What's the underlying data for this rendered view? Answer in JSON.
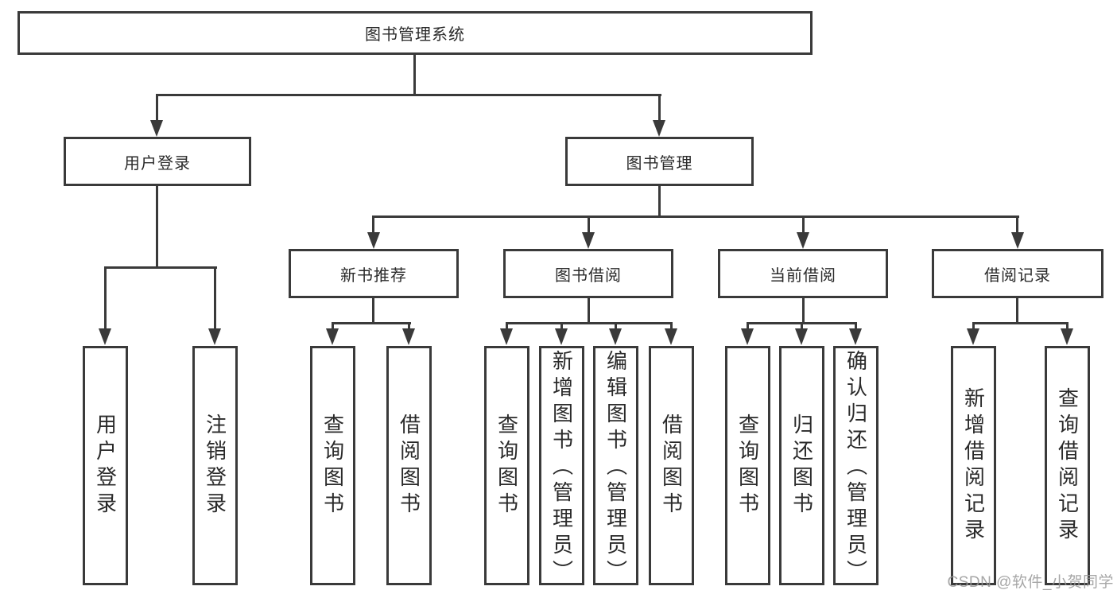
{
  "diagram": {
    "root": {
      "label": "图书管理系统"
    },
    "level2": [
      {
        "label": "用户登录",
        "parent": "图书管理系统"
      },
      {
        "label": "图书管理",
        "parent": "图书管理系统"
      }
    ],
    "level3": [
      {
        "label": "新书推荐",
        "parent": "图书管理"
      },
      {
        "label": "图书借阅",
        "parent": "图书管理"
      },
      {
        "label": "当前借阅",
        "parent": "图书管理"
      },
      {
        "label": "借阅记录",
        "parent": "图书管理"
      }
    ],
    "leaves": [
      {
        "label": "用户登录",
        "parent": "用户登录"
      },
      {
        "label": "注销登录",
        "parent": "用户登录"
      },
      {
        "label": "查询图书",
        "parent": "新书推荐"
      },
      {
        "label": "借阅图书",
        "parent": "新书推荐"
      },
      {
        "label": "查询图书",
        "parent": "图书借阅"
      },
      {
        "label": "新增图书（管理员）",
        "parent": "图书借阅"
      },
      {
        "label": "编辑图书（管理员）",
        "parent": "图书借阅"
      },
      {
        "label": "借阅图书",
        "parent": "图书借阅"
      },
      {
        "label": "查询图书",
        "parent": "当前借阅"
      },
      {
        "label": "归还图书",
        "parent": "当前借阅"
      },
      {
        "label": "确认归还（管理员）",
        "parent": "当前借阅"
      },
      {
        "label": "新增借阅记录",
        "parent": "借阅记录"
      },
      {
        "label": "查询借阅记录",
        "parent": "借阅记录"
      }
    ]
  },
  "watermark": {
    "text": "CSDN @软件_小贺同学"
  },
  "colors": {
    "line": "#3a3a3a",
    "box_border": "#3a3a3a",
    "text": "#2a2a2a",
    "watermark": "#969696",
    "background": "#ffffff"
  }
}
